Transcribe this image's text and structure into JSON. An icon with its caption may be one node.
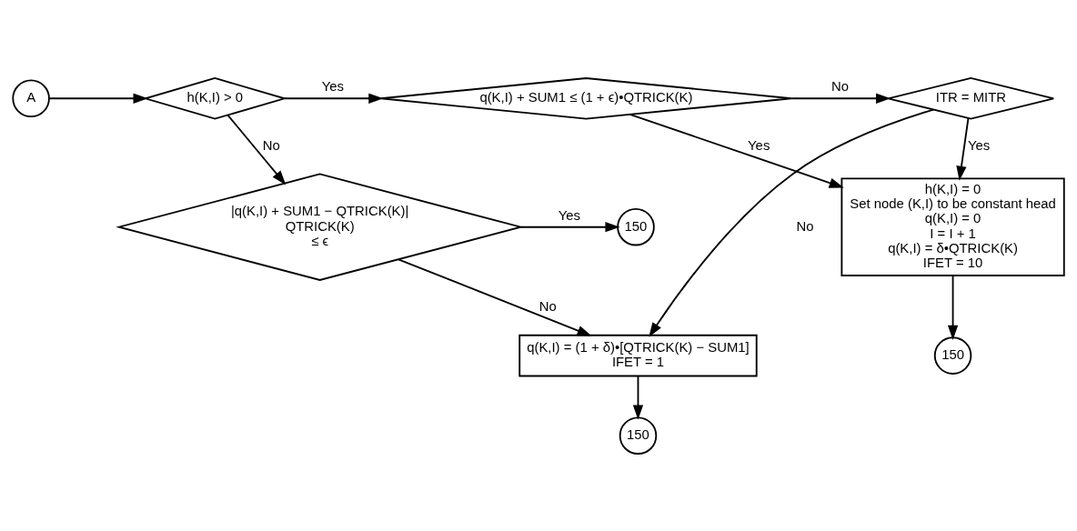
{
  "diagram": {
    "nodes": [
      {
        "text": [
          "A"
        ]
      },
      {
        "text": [
          "h(K,I) > 0"
        ]
      },
      {
        "text": [
          "q(K,I) + SUM1 ≤ (1 + ϵ)•QTRICK(K)"
        ]
      },
      {
        "text": [
          "ITR = MITR"
        ]
      },
      {
        "text": [
          "h(K,I) = 0",
          "Set node (K,I) to be constant head",
          "q(K,I) = 0",
          "I = I + 1",
          "q(K,I) = δ•QTRICK(K)",
          "IFET = 10"
        ]
      },
      {
        "text": [
          "150"
        ]
      },
      {
        "text": [
          "|q(K,I) + SUM1 − QTRICK(K)|",
          "QTRICK(K)",
          "≤ ϵ"
        ]
      },
      {
        "text": [
          "150"
        ]
      },
      {
        "text": [
          "q(K,I) = (1 + δ)•[QTRICK(K) − SUM1]",
          "IFET = 1"
        ]
      },
      {
        "text": [
          "150"
        ]
      }
    ],
    "edges": [
      {
        "from": 0,
        "to": 1,
        "arrow": "to"
      },
      {
        "from": 1,
        "to": 2,
        "arrow": "to",
        "label": "Yes"
      },
      {
        "from": 1,
        "to": 6,
        "arrow": "to",
        "label": "No"
      },
      {
        "from": 2,
        "to": 3,
        "arrow": "to",
        "label": "No"
      },
      {
        "from": 2,
        "to": 4,
        "arrow": "to",
        "label": "Yes"
      },
      {
        "from": 3,
        "to": 4,
        "arrow": "to",
        "label": "Yes"
      },
      {
        "from": 3,
        "to": 8,
        "arrow": "to",
        "label": "No"
      },
      {
        "from": 6,
        "to": 7,
        "arrow": "to",
        "label": "Yes"
      },
      {
        "from": 6,
        "to": 8,
        "arrow": "to",
        "label": "No"
      },
      {
        "from": 4,
        "to": 5,
        "arrow": "to"
      },
      {
        "from": 8,
        "to": 9,
        "arrow": "to"
      }
    ]
  }
}
